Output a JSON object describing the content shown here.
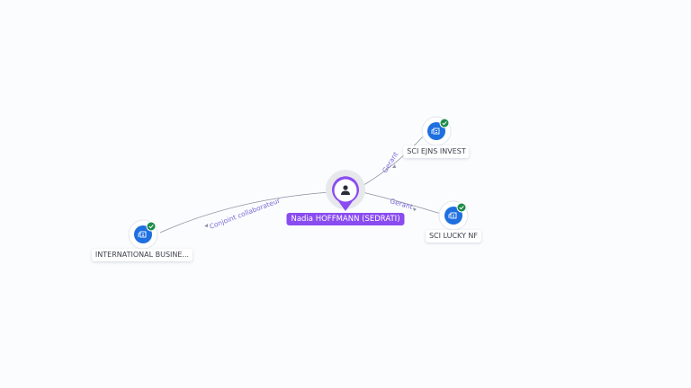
{
  "graph": {
    "center": {
      "label": "Nadia HOFFMANN (SEDRATI)",
      "icon": "person-icon",
      "color": "#8a4cf0"
    },
    "nodes": [
      {
        "id": "sci-ejns-invest",
        "label": "SCI EJNS INVEST",
        "icon": "building-icon",
        "badge": "check-icon",
        "edge_label": "Gerant"
      },
      {
        "id": "sci-lucky-nf",
        "label": "SCI LUCKY NF",
        "icon": "building-icon",
        "badge": "check-icon",
        "edge_label": "Gerant"
      },
      {
        "id": "international-business",
        "label": "INTERNATIONAL BUSINE...",
        "icon": "building-icon",
        "badge": "check-icon",
        "edge_label": "Conjoint collaborateur"
      }
    ],
    "colors": {
      "company": "#1e6fe0",
      "badge": "#1e8c4a",
      "edge": "#8d93a0",
      "edge_label": "#7a6ad8"
    }
  }
}
